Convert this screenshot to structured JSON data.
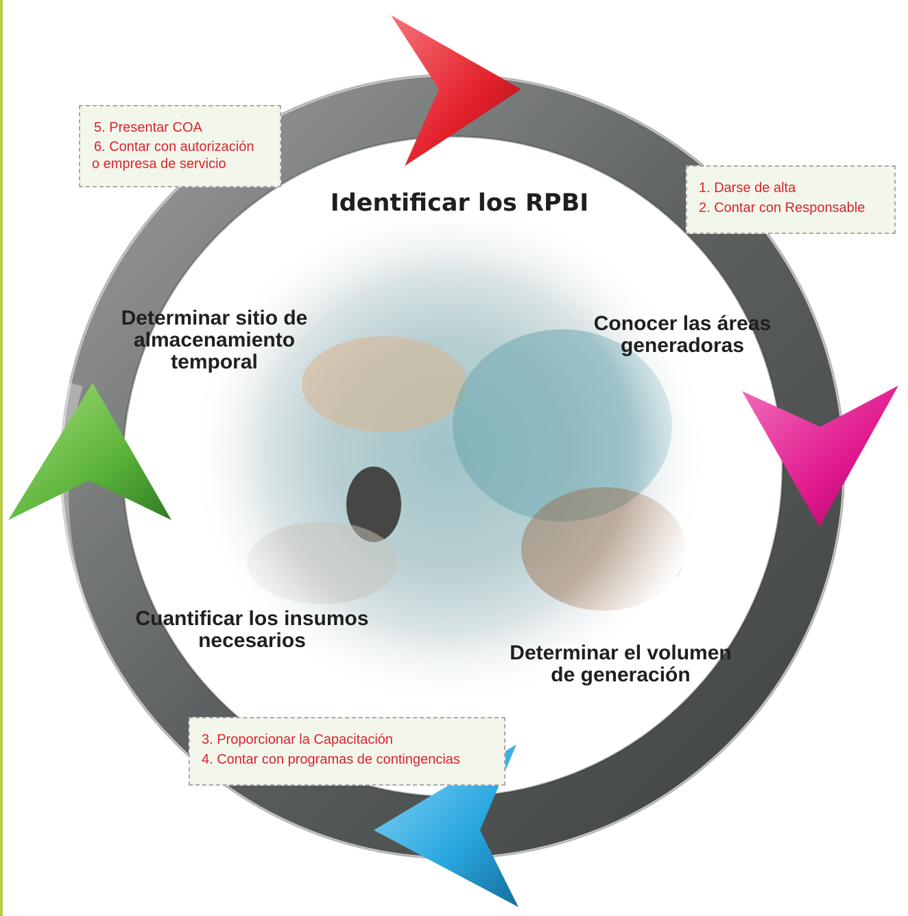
{
  "title": "Identificar los RPBI",
  "steps": {
    "conocer": "Conocer las áreas\ngeneradoras",
    "determinar_volumen": "Determinar el volumen\nde generación",
    "cuantificar": "Cuantificar los insumos\nnecesarios",
    "determinar_sitio": "Determinar sitio de\nalmacenamiento\ntemporal"
  },
  "notes": {
    "top_right": [
      "1. Darse de alta",
      "2. Contar con Responsable"
    ],
    "bottom": [
      "3. Proporcionar la Capacitación",
      "4. Contar con programas de contingencias"
    ],
    "top_left": [
      "5. Presentar COA",
      "6. Contar con autorización",
      "o empresa de servicio"
    ]
  },
  "colors": {
    "arrow_red": "#e3202b",
    "arrow_magenta": "#e0188c",
    "arrow_blue": "#29a7e0",
    "arrow_green": "#5cb43a",
    "ring": "#5e6261",
    "note_text": "#d8232f",
    "accent_rule": "#b9cc4a"
  },
  "icons": [
    "arrow-red-icon",
    "arrow-magenta-icon",
    "arrow-blue-icon",
    "arrow-green-icon"
  ]
}
